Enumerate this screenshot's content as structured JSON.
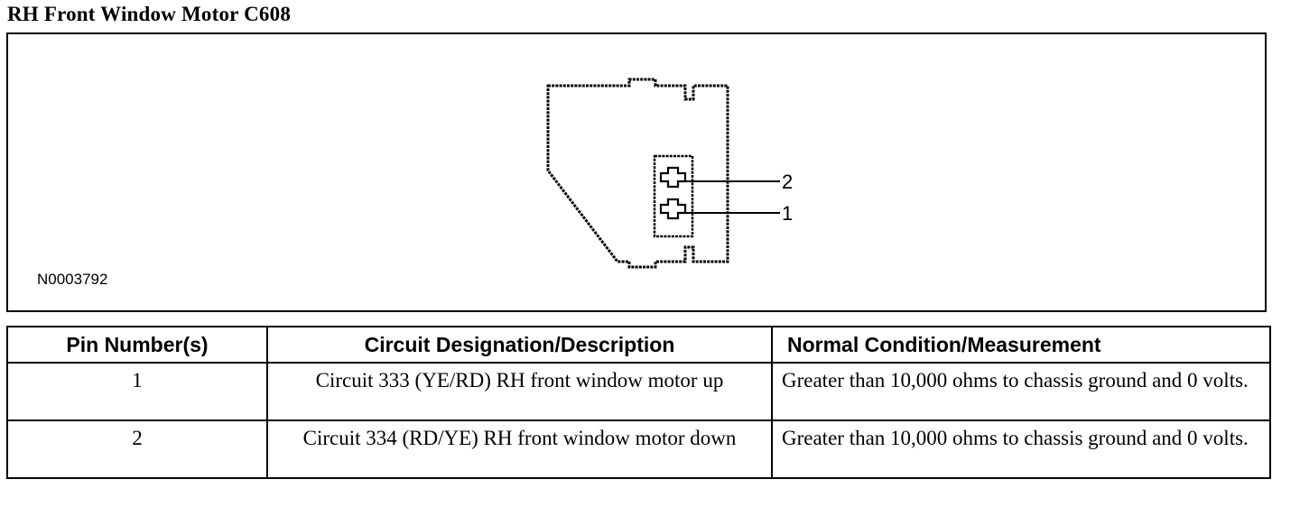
{
  "title": "RH Front Window Motor C608",
  "diagram": {
    "figure_id": "N0003792",
    "pin_labels": [
      "2",
      "1"
    ]
  },
  "table": {
    "headers": [
      "Pin Number(s)",
      "Circuit Designation/Description",
      "Normal Condition/Measurement"
    ],
    "rows": [
      [
        "1",
        "Circuit 333 (YE/RD) RH front window motor up",
        "Greater than 10,000 ohms to chassis ground and 0 volts."
      ],
      [
        "2",
        "Circuit 334 (RD/YE) RH front window motor down",
        "Greater than 10,000 ohms to chassis ground and 0 volts."
      ]
    ]
  }
}
